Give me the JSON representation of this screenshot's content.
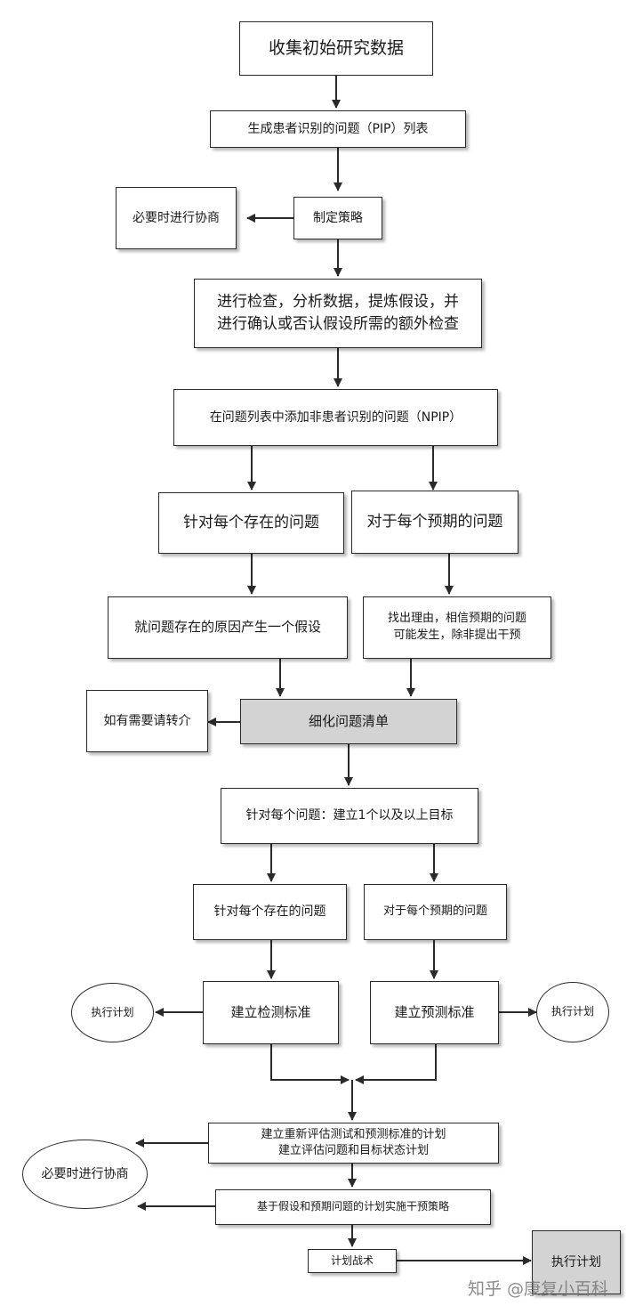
{
  "nodes": {
    "collect": "收集初始研究数据",
    "pip": "生成患者识别的问题（PIP）列表",
    "consult1": "必要时进行协商",
    "strategy": "制定策略",
    "examine": "进行检查，分析数据，提炼假设，并\n进行确认或否认假设所需的额外检查",
    "npip": "在问题列表中添加非患者识别的问题（NPIP）",
    "existing1": "针对每个存在的问题",
    "expected1": "对于每个预期的问题",
    "hypothesis": "就问题存在的原因产生一个假设",
    "reason": "找出理由，相信预期的问题\n可能发生，除非提出干预",
    "refer": "如有需要请转介",
    "refine": "细化问题清单",
    "goals": "针对每个问题：建立1个以及以上目标",
    "existing2": "针对每个存在的问题",
    "expected2": "对于每个预期的问题",
    "execLeft": "执行计划",
    "detect": "建立检测标准",
    "predict": "建立预测标准",
    "execRight": "执行计划",
    "reassess": "建立重新评估测试和预测标准的计划\n建立评估问题和目标状态计划",
    "consult2": "必要时进行协商",
    "intervene": "基于假设和预期问题的计划实施干预策略",
    "tactics": "计划战术",
    "execFinal": "执行计划"
  },
  "watermark": "知乎 @康复小百科"
}
